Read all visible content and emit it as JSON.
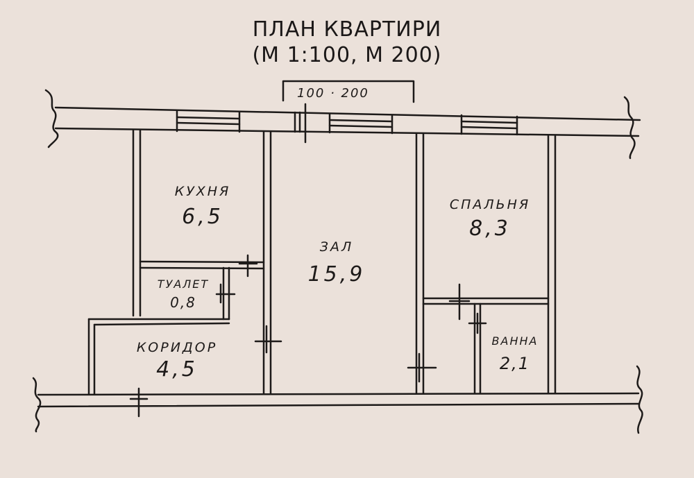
{
  "title": {
    "line1": "ПЛАН КВАРТИРИ",
    "line2": "(М 1:100, М 200)"
  },
  "scale_bar": {
    "label": "100 · 200"
  },
  "rooms": {
    "kitchen": {
      "name": "КУХНЯ",
      "area": "6,5"
    },
    "hall": {
      "name": "ЗАЛ",
      "area": "15,9"
    },
    "bedroom": {
      "name": "СПАЛЬНЯ",
      "area": "8,3"
    },
    "toilet": {
      "name": "ТУАЛЕТ",
      "area": "0,8"
    },
    "corridor": {
      "name": "КОРИДОР",
      "area": "4,5"
    },
    "bathroom": {
      "name": "ВАННА",
      "area": "2,1"
    }
  },
  "colors": {
    "background": "#ebe1da",
    "ink": "#1d1a19"
  }
}
